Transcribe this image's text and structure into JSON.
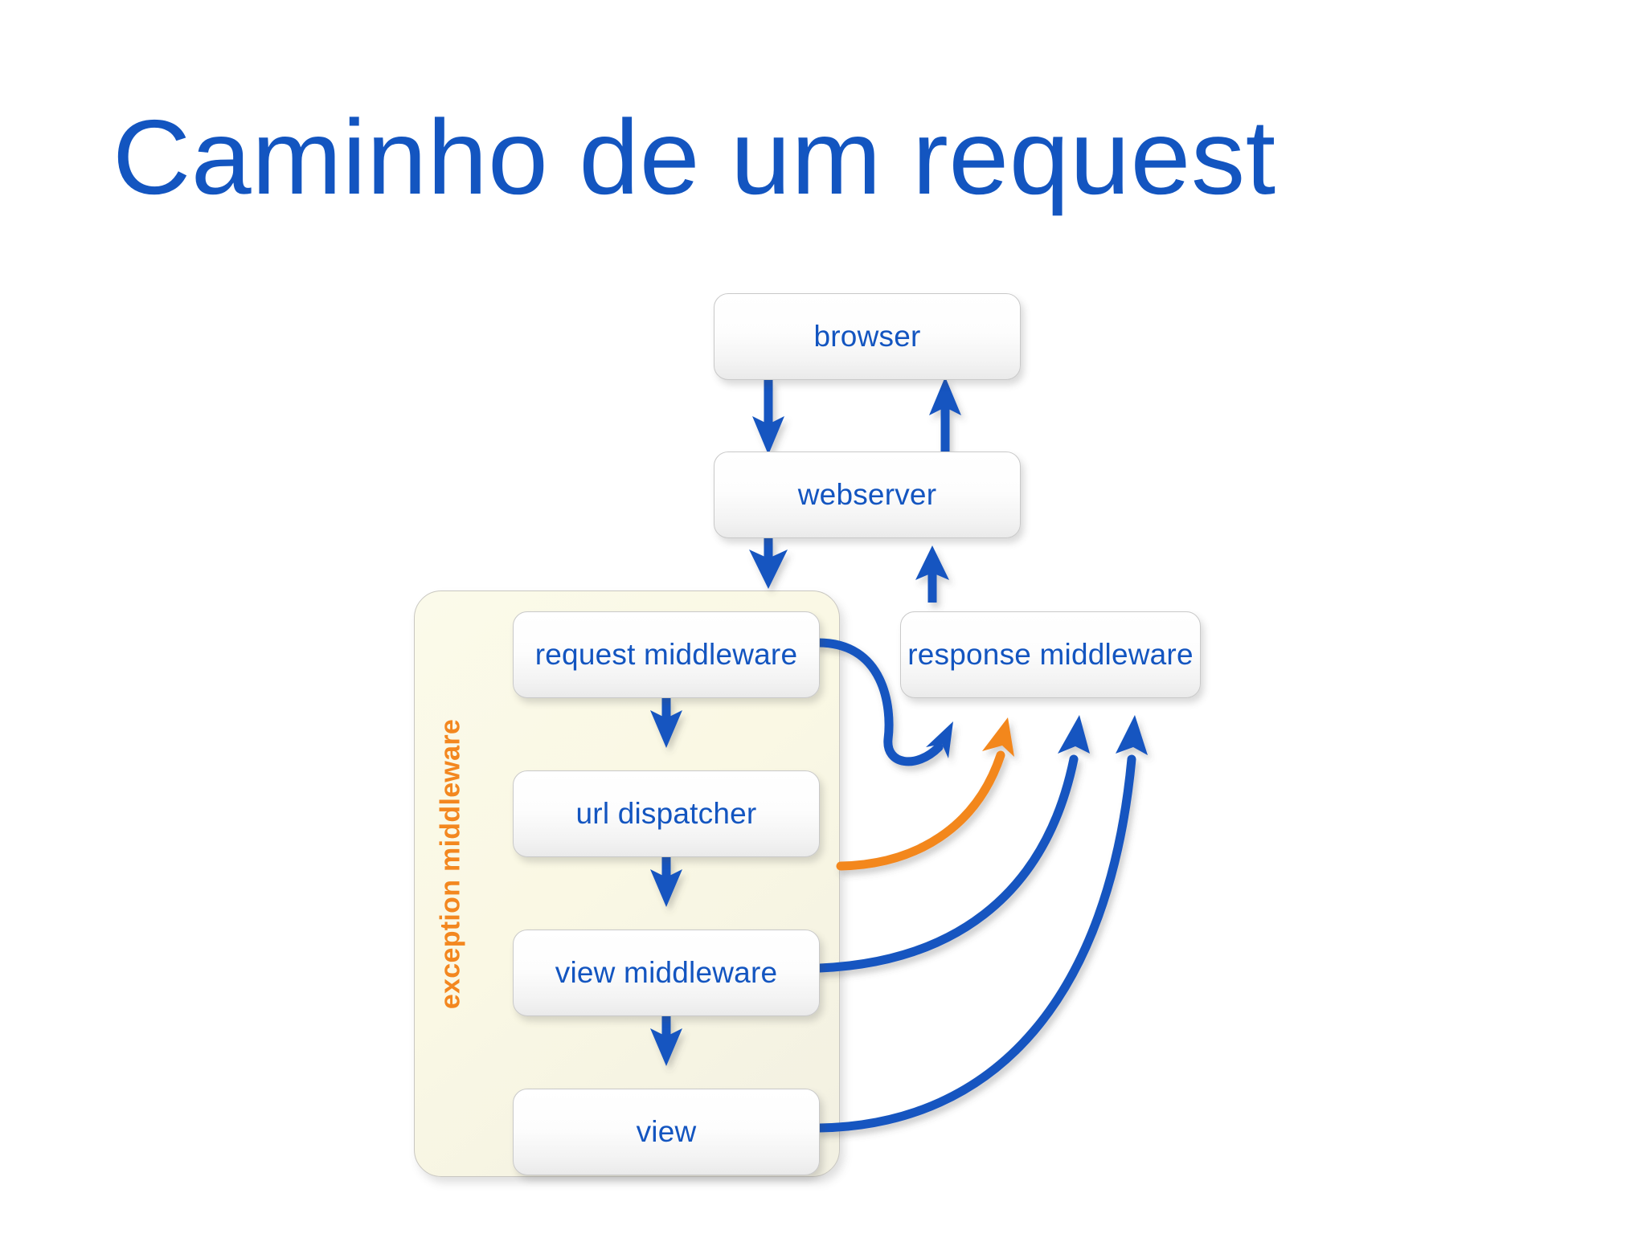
{
  "slide": {
    "title": "Caminho de um request",
    "background_color": "#ffffff",
    "accent_blue": "#1355c0",
    "accent_orange": "#f3871f",
    "panel_fill": "#faf8e4"
  },
  "diagram": {
    "type": "flow-diagram",
    "group_label": "exception middleware",
    "nodes": [
      {
        "id": "browser",
        "label": "browser"
      },
      {
        "id": "webserver",
        "label": "webserver"
      },
      {
        "id": "request-middleware",
        "label": "request middleware"
      },
      {
        "id": "url-dispatcher",
        "label": "url dispatcher"
      },
      {
        "id": "view-middleware",
        "label": "view middleware"
      },
      {
        "id": "view",
        "label": "view"
      },
      {
        "id": "response-middleware",
        "label": "response middleware"
      }
    ],
    "edges": [
      {
        "from": "browser",
        "to": "webserver",
        "color": "#1355c0",
        "style": "straight-down"
      },
      {
        "from": "webserver",
        "to": "browser",
        "color": "#1355c0",
        "style": "straight-up"
      },
      {
        "from": "webserver",
        "to": "request-middleware",
        "color": "#1355c0",
        "style": "straight-down"
      },
      {
        "from": "response-middleware",
        "to": "webserver",
        "color": "#1355c0",
        "style": "straight-up"
      },
      {
        "from": "request-middleware",
        "to": "url-dispatcher",
        "color": "#1355c0",
        "style": "straight-down"
      },
      {
        "from": "url-dispatcher",
        "to": "view-middleware",
        "color": "#1355c0",
        "style": "straight-down"
      },
      {
        "from": "view-middleware",
        "to": "view",
        "color": "#1355c0",
        "style": "straight-down"
      },
      {
        "from": "request-middleware",
        "to": "response-middleware",
        "color": "#1355c0",
        "style": "s-curve"
      },
      {
        "from": "exception middleware",
        "to": "response-middleware",
        "color": "#f3871f",
        "style": "curve"
      },
      {
        "from": "view-middleware",
        "to": "response-middleware",
        "color": "#1355c0",
        "style": "curve"
      },
      {
        "from": "view",
        "to": "response-middleware",
        "color": "#1355c0",
        "style": "curve"
      }
    ]
  }
}
